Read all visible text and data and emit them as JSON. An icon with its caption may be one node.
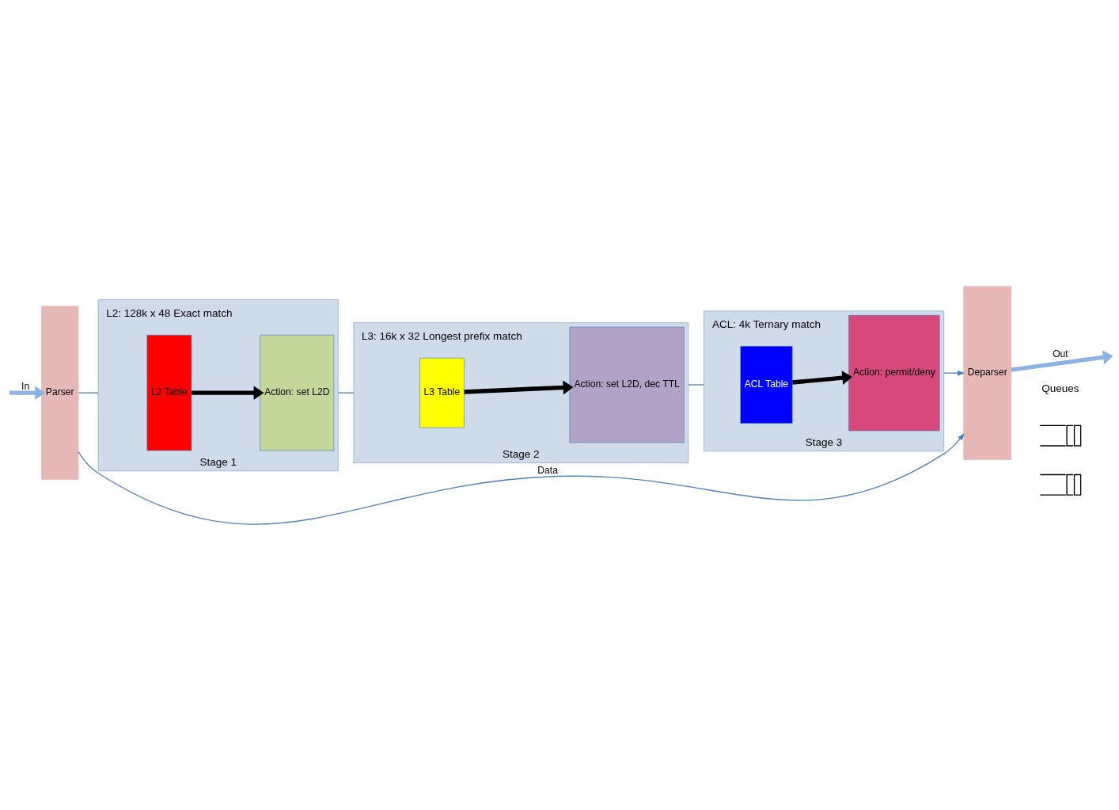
{
  "diagram": {
    "nodes": [
      {
        "text": [
          "Parser"
        ]
      },
      {
        "text": [
          "Stage 1"
        ],
        "beside": [
          "L2: 128k x 48 Exact match"
        ]
      },
      {
        "text": [
          "L2 Table"
        ],
        "in": 1
      },
      {
        "text": [
          "Action: set L2D"
        ],
        "in": 1
      },
      {
        "text": [
          "Stage 2"
        ],
        "beside": [
          "L3: 16k x 32 Longest prefix match"
        ]
      },
      {
        "text": [
          "L3 Table"
        ],
        "in": 4
      },
      {
        "text": [
          "Action: set L2D, dec TTL"
        ],
        "in": 4
      },
      {
        "text": [
          "Stage 3"
        ],
        "beside": [
          "ACL: 4k Ternary match"
        ]
      },
      {
        "text": [
          "ACL Table"
        ],
        "in": 7
      },
      {
        "text": [
          "Action: permit/deny"
        ],
        "in": 7
      },
      {
        "text": [
          "Deparser"
        ]
      },
      {
        "text": [],
        "shape": "queue"
      },
      {
        "text": [],
        "shape": "queue"
      }
    ],
    "labels": [
      "Queues"
    ],
    "edges": [
      {
        "from": null,
        "to": 0,
        "arrow": "to",
        "label": "In",
        "style": "thick",
        "color": "#8db3e2"
      },
      {
        "from": 0,
        "to": 1,
        "arrow": "none"
      },
      {
        "from": 2,
        "to": 3,
        "arrow": "to",
        "style": "thick",
        "color": "#000000"
      },
      {
        "from": 1,
        "to": 4,
        "arrow": "none"
      },
      {
        "from": 5,
        "to": 6,
        "arrow": "to",
        "style": "thick",
        "color": "#000000"
      },
      {
        "from": 4,
        "to": 7,
        "arrow": "none"
      },
      {
        "from": 8,
        "to": 9,
        "arrow": "to",
        "style": "thick",
        "color": "#000000"
      },
      {
        "from": 7,
        "to": 10,
        "arrow": "to"
      },
      {
        "from": 0,
        "to": 10,
        "arrow": "to",
        "label": "Data"
      },
      {
        "from": 10,
        "to": null,
        "arrow": "to",
        "label": "Out",
        "style": "thick",
        "color": "#8db3e2"
      }
    ]
  }
}
